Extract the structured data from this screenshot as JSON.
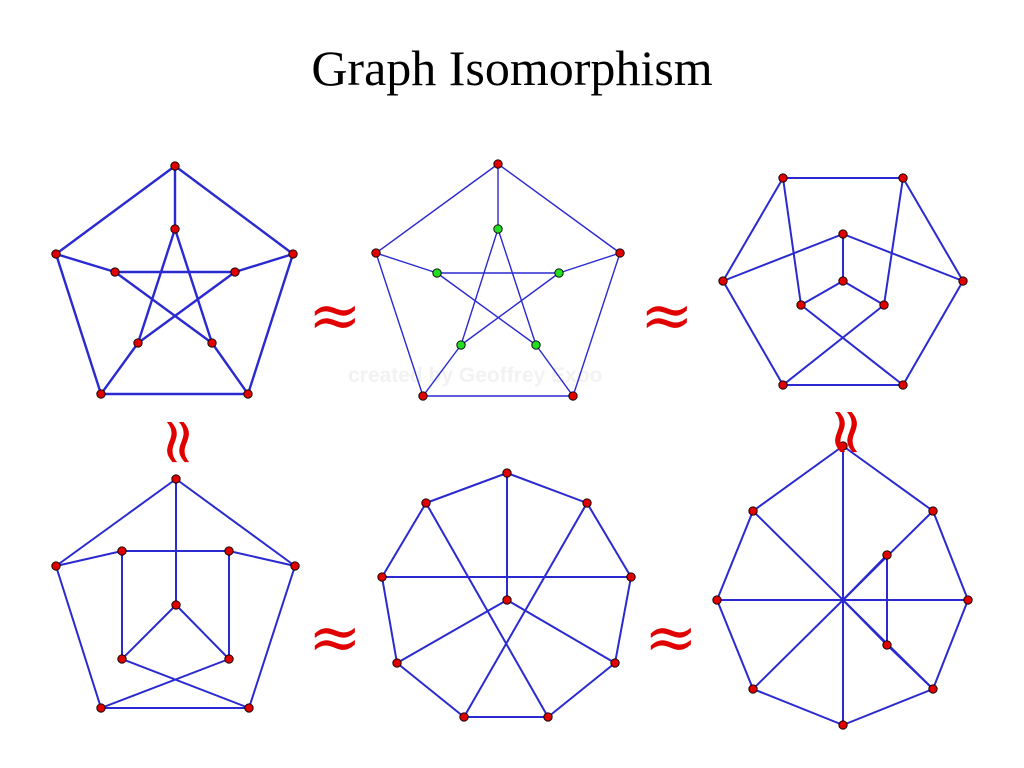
{
  "title": "Graph Isomorphism",
  "watermark": "created by Geoffrey Exoo",
  "relation_symbol": "≈",
  "colors": {
    "edge": "#2a2ad0",
    "vertex": "#e00000",
    "vertex_highlight": "#22dd22",
    "symbol": "#e00000"
  },
  "graphs": [
    {
      "id": "pentagon-star"
    },
    {
      "id": "pentagon-star-highlighted"
    },
    {
      "id": "hexagonal"
    },
    {
      "id": "pentagon-square"
    },
    {
      "id": "nonagon"
    },
    {
      "id": "octagon-spoke"
    }
  ]
}
